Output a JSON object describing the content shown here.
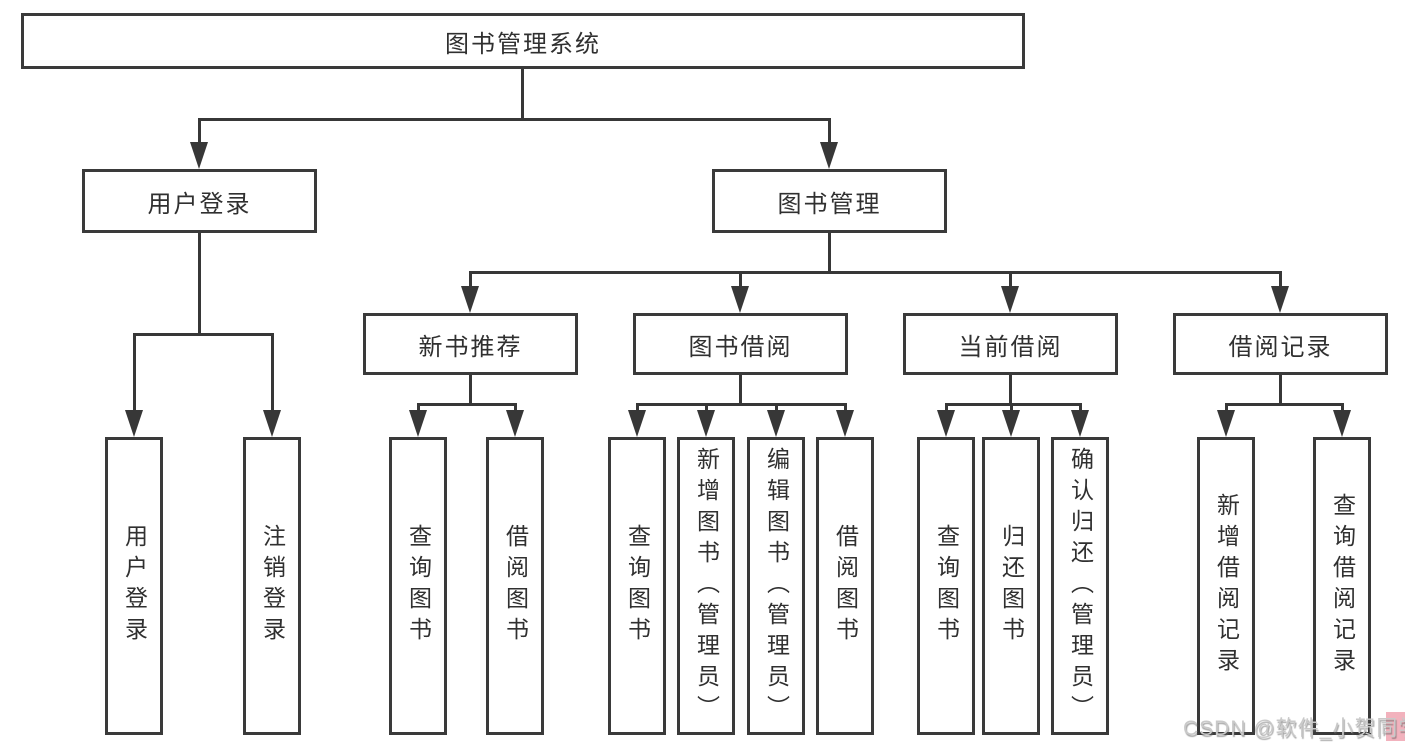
{
  "tree": {
    "root": "图书管理系统",
    "l2": [
      {
        "label": "用户登录",
        "children": [
          "用户登录",
          "注销登录"
        ]
      },
      {
        "label": "图书管理"
      }
    ],
    "l3": [
      {
        "label": "新书推荐",
        "children": [
          "查询图书",
          "借阅图书"
        ]
      },
      {
        "label": "图书借阅",
        "children": [
          "查询图书",
          "新增图书（管理员）",
          "编辑图书（管理员）",
          "借阅图书"
        ]
      },
      {
        "label": "当前借阅",
        "children": [
          "查询图书",
          "归还图书",
          "确认归还（管理员）"
        ]
      },
      {
        "label": "借阅记录",
        "children": [
          "新增借阅记录",
          "查询借阅记录"
        ]
      }
    ]
  },
  "watermark": {
    "text": "CSDN @软件_小贺同学"
  },
  "colors": {
    "line": "#373737",
    "box_border": "#3a3a3a",
    "text": "#303030",
    "watermark_text": "#c9c9c9",
    "watermark_accent": "#f2b2bd"
  }
}
